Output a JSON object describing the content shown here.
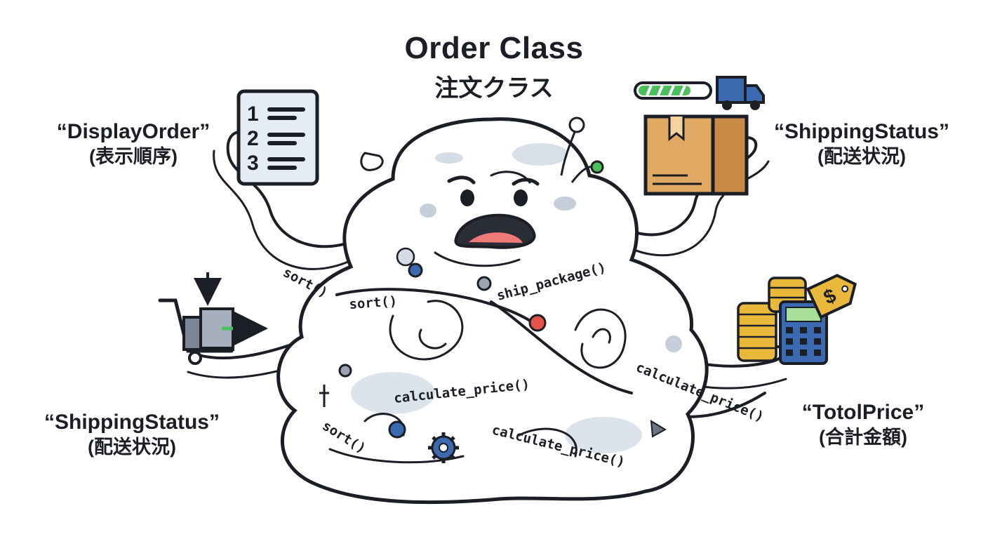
{
  "title": {
    "en": "Order Class",
    "ja": "注文クラス"
  },
  "labels": {
    "display_order": {
      "en": "“DisplayOrder”",
      "ja": "(表示順序)"
    },
    "shipping_status_top": {
      "en": "“ShippingStatus”",
      "ja": "(配送状況)"
    },
    "shipping_status_bottom": {
      "en": "“ShippingStatus”",
      "ja": "(配送状況)"
    },
    "total_price": {
      "en": "“TotolPrice”",
      "ja": "(合計金額)"
    }
  },
  "methods": {
    "sort_left": "sort()",
    "sort_center": "sort()",
    "sort_bottom": "sort()",
    "ship_package": "ship_package()",
    "calculate_price_left": "calculate_price()",
    "calculate_price_right": "calculate_price()",
    "calculate_price_bottom": "calculate_price()"
  },
  "icons": {
    "list": {
      "name": "numbered-list-icon",
      "numbers": [
        "1",
        "2",
        "3"
      ]
    },
    "truck": "delivery-truck-icon",
    "box": "cardboard-box-icon",
    "cart": "shopping-cart-icon",
    "coins": "coin-stack-icon",
    "calculator": "calculator-icon",
    "tag": {
      "name": "price-tag-icon",
      "symbol": "$"
    },
    "gear": "gear-icon"
  },
  "colors": {
    "outline": "#1b1e25",
    "blob_shade": "#d5dce5",
    "accent_blue": "#3b6ab0",
    "accent_red": "#e2544a",
    "accent_green": "#4bbf5a",
    "box_tan": "#e0a963",
    "coin_gold": "#e9b83a",
    "mouth_pink": "#f07a78"
  }
}
